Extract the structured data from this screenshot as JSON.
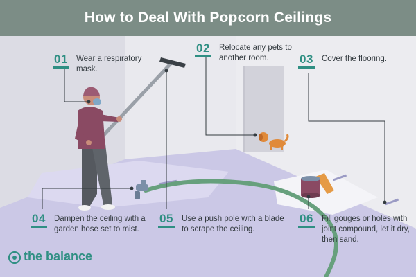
{
  "header": {
    "title": "How to Deal With Popcorn Ceilings"
  },
  "steps": [
    {
      "number": "01",
      "text": "Wear a respiratory mask."
    },
    {
      "number": "02",
      "text": "Relocate any pets to another room."
    },
    {
      "number": "03",
      "text": "Cover the flooring."
    },
    {
      "number": "04",
      "text": "Dampen the ceiling with a garden hose set to mist."
    },
    {
      "number": "05",
      "text": "Use a push pole with a blade to scrape the ceiling."
    },
    {
      "number": "06",
      "text": "Fill gouges or holes with joint compound, let it dry, then sand."
    }
  ],
  "brand": {
    "name": "the balance"
  },
  "colors": {
    "accent": "#2f8f83",
    "header": "#7c8d86",
    "floor": "#cbc8e6",
    "wall": "#e7e7eb",
    "hose": "#67a07d"
  },
  "icons": [
    "person-scraping-illustration",
    "dog-illustration",
    "paint-can-illustration",
    "garden-hose-nozzle-icon",
    "balance-logo-icon"
  ]
}
